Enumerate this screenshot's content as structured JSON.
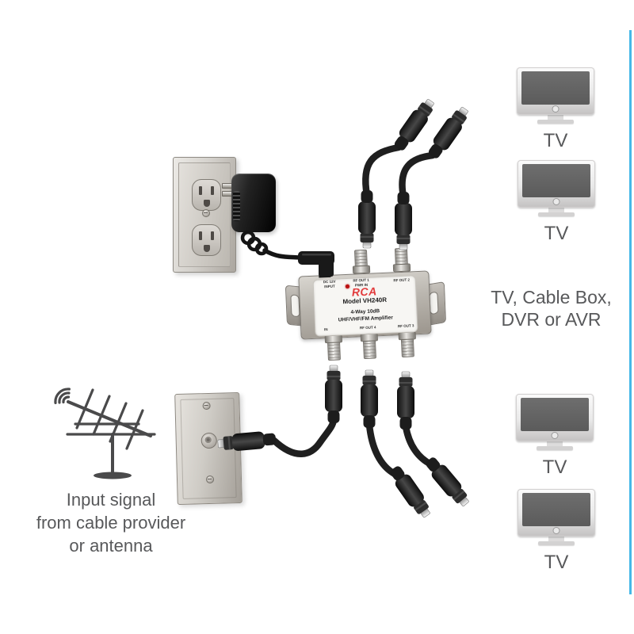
{
  "amplifier": {
    "brand": "RCA",
    "model": "Model VH240R",
    "spec_line1": "4-Way 10dB",
    "spec_line2": "UHF/VHF/FM Amplifier",
    "port_dc_line1": "DC 12V",
    "port_dc_line2": "INPUT",
    "port_out1_line1": "RF OUT 1",
    "port_out1_line2": "PWR IN",
    "port_out2": "RF OUT 2",
    "port_in": "IN",
    "port_out4": "RF OUT 4",
    "port_out3": "RF OUT 3"
  },
  "annotations": {
    "outputs_line1": "TV, Cable Box,",
    "outputs_line2": "DVR or AVR",
    "input_line1": "Input signal",
    "input_line2": "from cable provider",
    "input_line3": "or antenna",
    "tv_label": "TV"
  },
  "icons": {
    "antenna": "antenna-icon",
    "tv": "tv-icon",
    "outlet": "power-outlet-icon",
    "wallplate": "coax-wallplate-icon",
    "adapter": "power-adapter-icon"
  },
  "colors": {
    "accent_line": "#45b8e8",
    "annotation_text": "#58595b",
    "brand_red": "#e23b3c",
    "led_red": "#bb1111"
  }
}
